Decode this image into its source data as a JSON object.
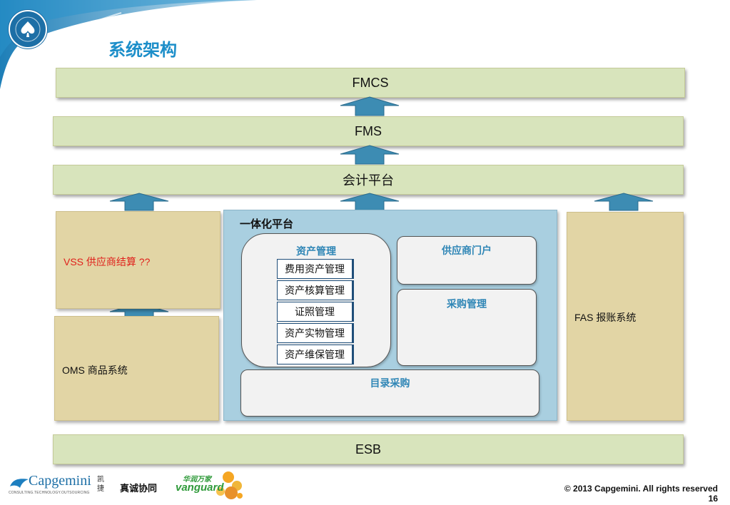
{
  "slide": {
    "title": "系统架构",
    "page_number": "16",
    "copyright": "© 2013 Capgemini. All rights reserved"
  },
  "layers": {
    "fmcs": "FMCS",
    "fms": "FMS",
    "accounting": "会计平台",
    "esb": "ESB"
  },
  "side_systems": {
    "vss": "VSS 供应商结算 ??",
    "oms": "OMS 商品系统",
    "fas": "FAS 报账系统"
  },
  "platform": {
    "title": "一体化平台",
    "asset_management": {
      "label": "资产管理",
      "items": [
        "费用资产管理",
        "资产核算管理",
        "证照管理",
        "资产实物管理",
        "资产维保管理"
      ]
    },
    "supplier_portal": "供应商门户",
    "procurement": "采购管理",
    "catalog_procurement": "目录采购"
  },
  "footer": {
    "capgemini_logo": "Capgemini",
    "capgemini_tagline": "CONSULTING.TECHNOLOGY.OUTSOURCING",
    "capgemini_cn": "凯捷",
    "slogan": "真诚协同",
    "vanguard_cn": "华润万家",
    "vanguard_logo": "vanguard"
  },
  "colors": {
    "title": "#1c8ec9",
    "band": "#d8e4bc",
    "tan": "#e2d5a5",
    "platform": "#a9cfe0",
    "arrow": "#3d8cb3",
    "vss_text": "#e0201b",
    "module_label": "#2f86b6"
  }
}
